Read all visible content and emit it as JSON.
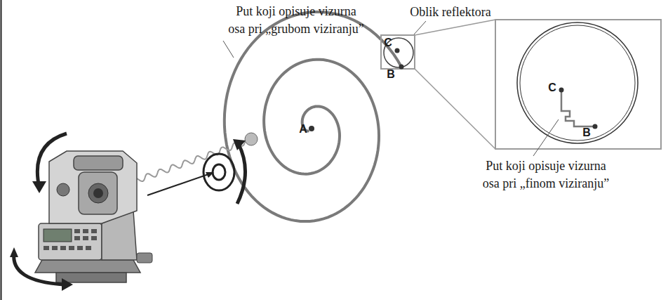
{
  "diagram": {
    "labels": [
      "Put koji opisuje vizurna osa pri „grubom viziranju”",
      "Oblik reflektora",
      "A",
      "C",
      "B",
      "C",
      "B",
      "Put koji opisuje vizurna osa pri „finom viziranju”"
    ]
  }
}
